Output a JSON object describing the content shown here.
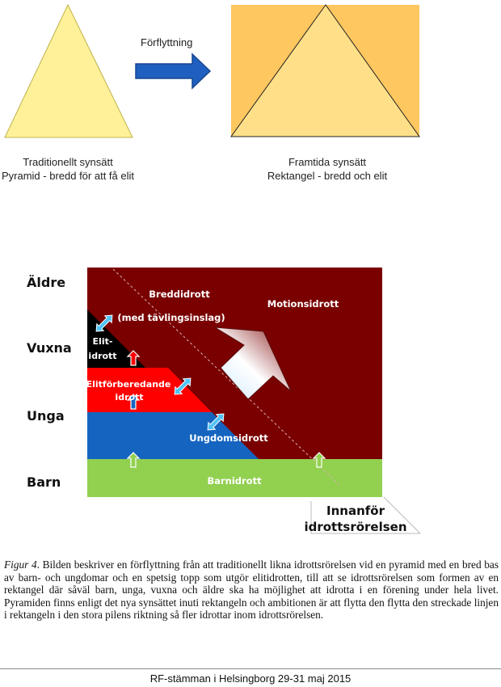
{
  "top": {
    "arrow_label": "Förflyttning",
    "left_caption_line1": "Traditionellt synsätt",
    "left_caption_line2": "Pyramid - bredd för att få elit",
    "right_caption_line1": "Framtida synsätt",
    "right_caption_line2": "Rektangel - bredd och elit"
  },
  "diagram": {
    "rows": [
      "Äldre",
      "Vuxna",
      "Unga",
      "Barn"
    ],
    "labels": {
      "breddidrott_1": "Breddidrott",
      "breddidrott_2": "(med tävlingsinslag)",
      "motionsidrott": "Motionsidrott",
      "elit_1": "Elit-",
      "elit_2": "idrott",
      "elitforb_1": "Elitförberedande",
      "elitforb_2": "idrott",
      "ungdomsidrott": "Ungdomsidrott",
      "barnidrott": "Barnidrott",
      "innanfor_1": "Innanför",
      "innanfor_2": "idrottsrörelsen"
    },
    "colors": {
      "dark_red": "#7a0000",
      "black": "#000000",
      "red": "#ff0000",
      "blue": "#1565c0",
      "green": "#92d050",
      "pyramid_yellow": "#fff19a",
      "rect_orange": "#ffc75f"
    }
  },
  "figure": {
    "label": "Figur 4",
    "text": ". Bilden beskriver en förflyttning från att traditionellt likna idrottsrörelsen vid en pyramid med en bred bas av barn- och ungdomar och en spetsig topp som utgör elitidrotten, till att se idrottsrörelsen som formen av en rektangel där såväl barn, unga, vuxna och äldre ska ha möjlighet att idrotta i en förening under hela livet. Pyramiden finns enligt det nya synsättet inuti rektangeln och ambitionen är att flytta den flytta den streckade linjen i rektangeln i den stora pilens riktning så fler idrottar inom idrottsrörelsen."
  },
  "footer": "RF-stämman i Helsingborg 29-31 maj 2015"
}
